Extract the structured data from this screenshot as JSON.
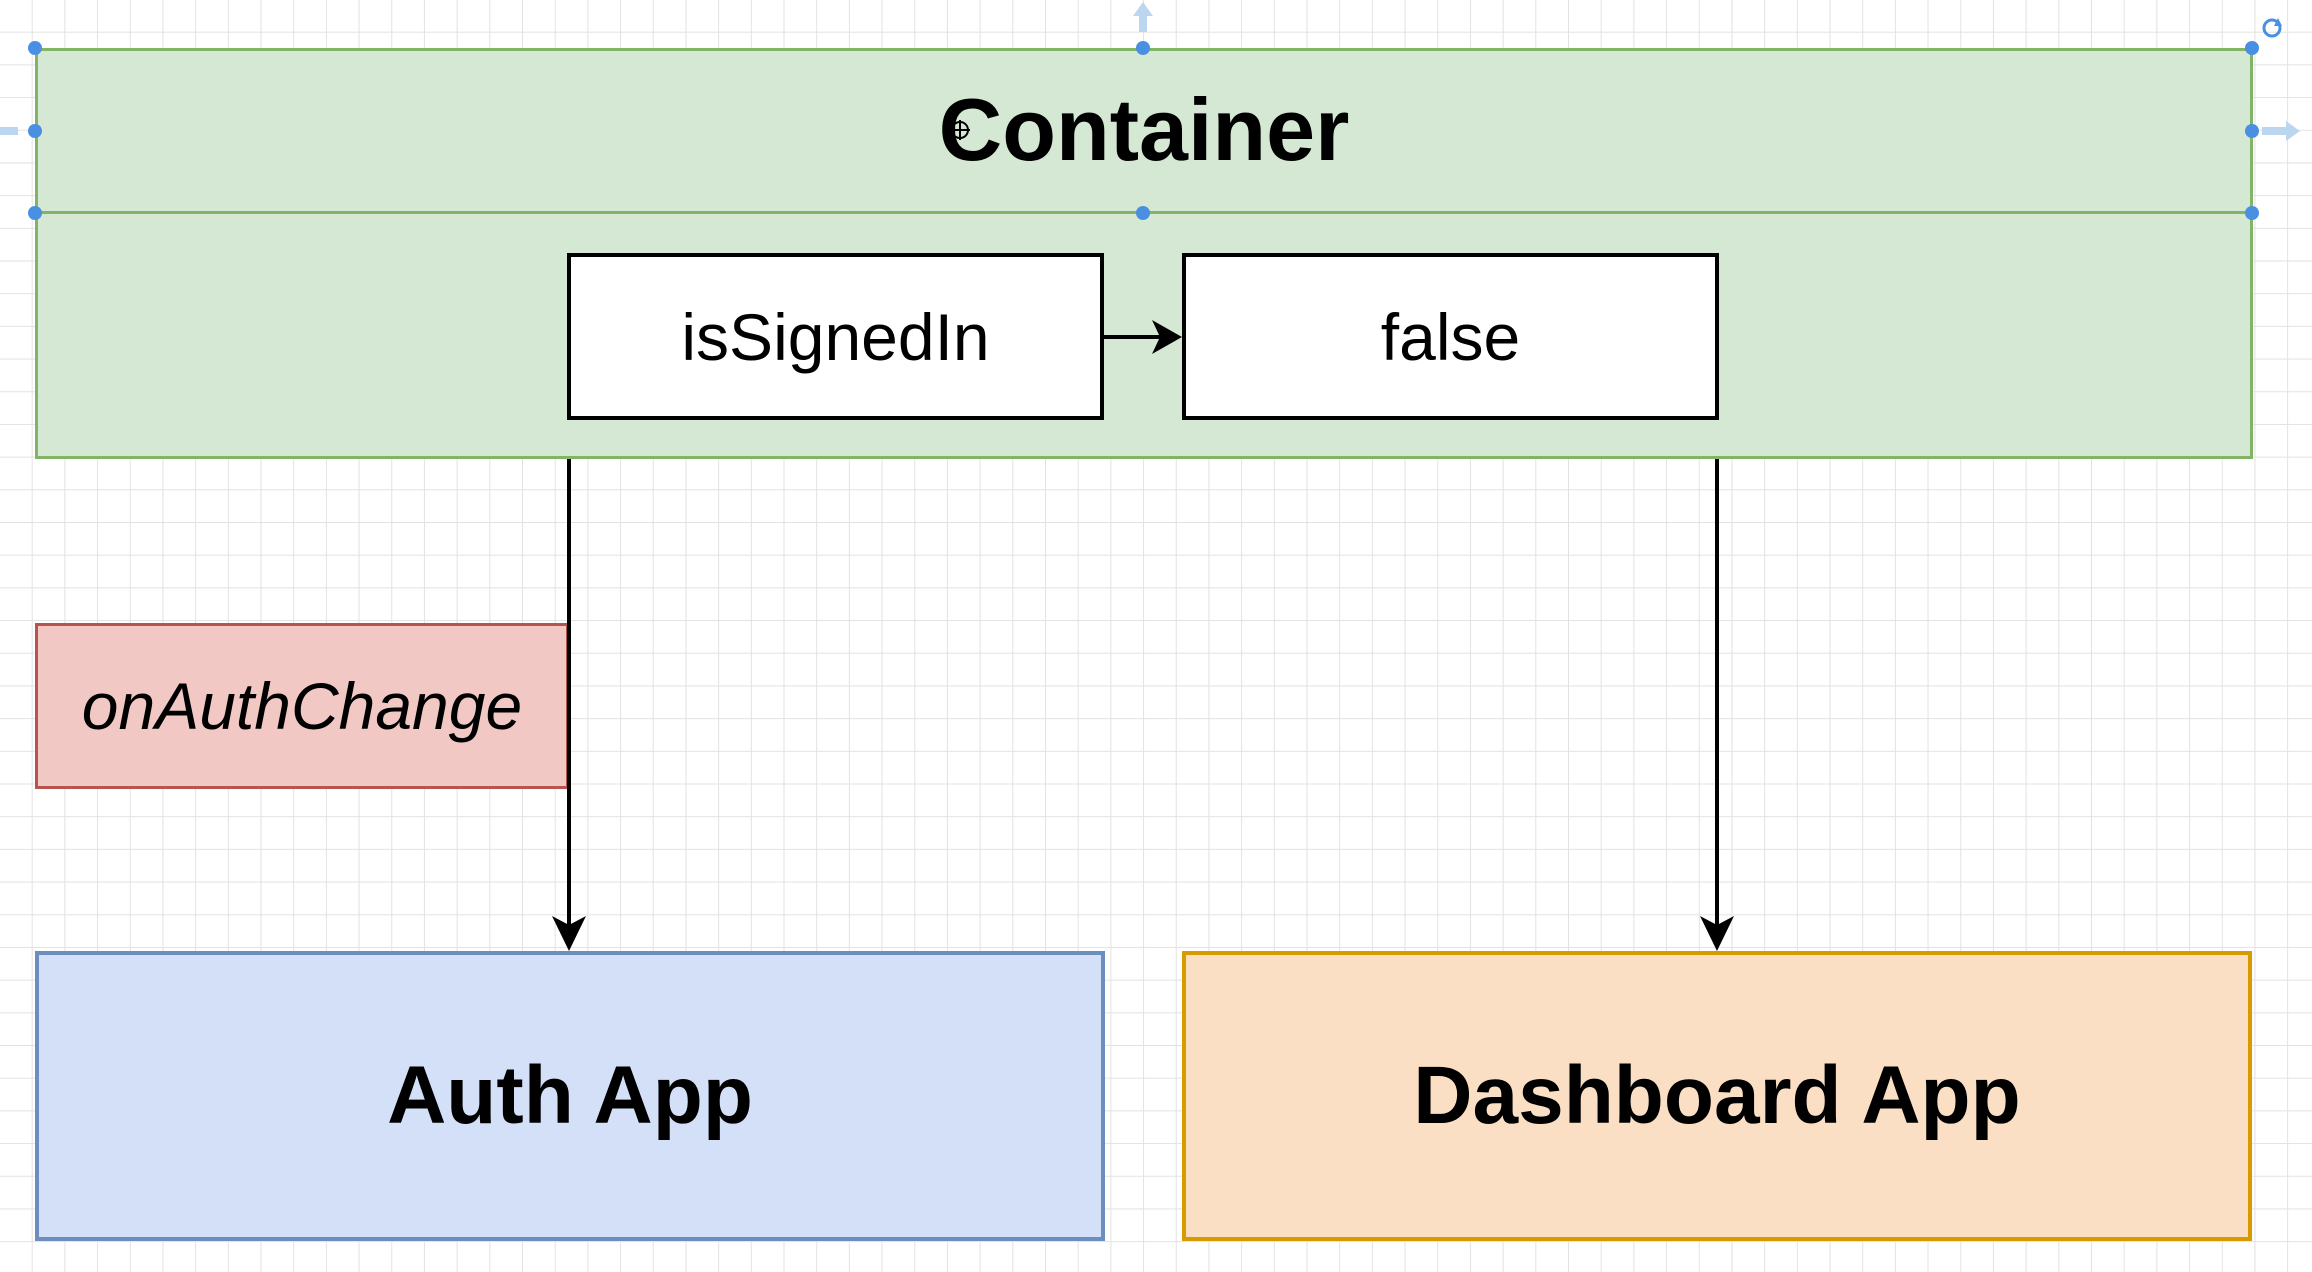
{
  "diagram": {
    "container": {
      "label": "Container",
      "fill": "#d5e8d4",
      "stroke": "#82b366"
    },
    "is_signed_in": {
      "label": "isSignedIn"
    },
    "value": {
      "label": "false"
    },
    "on_auth_change": {
      "label": "onAuthChange",
      "fill": "#f2c8c5",
      "stroke": "#b85450"
    },
    "auth_app": {
      "label": "Auth App",
      "fill": "#d4e0f8",
      "stroke": "#6c8ebf"
    },
    "dashboard_app": {
      "label": "Dashboard App",
      "fill": "#fbdfc4",
      "stroke": "#d79b00"
    },
    "selection_color": "#4a90e2"
  }
}
